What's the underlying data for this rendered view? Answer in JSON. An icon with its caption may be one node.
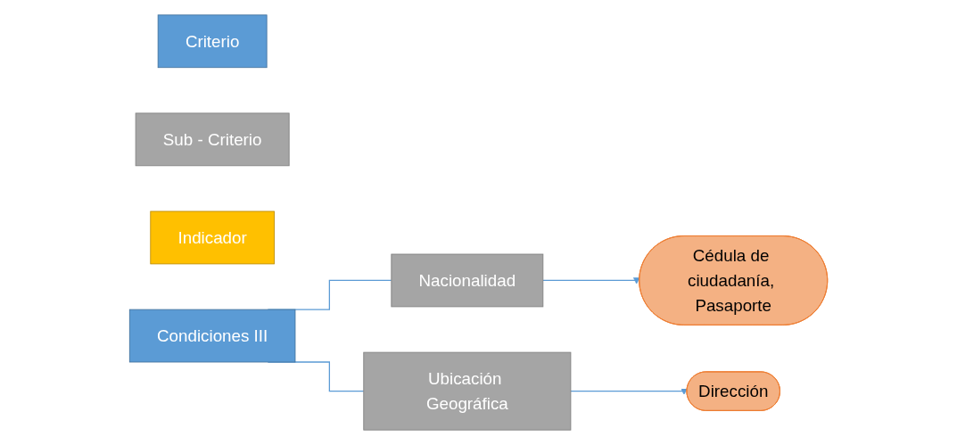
{
  "diagram": {
    "nodes": [
      {
        "text": [
          "Criterio"
        ]
      },
      {
        "text": [
          "Sub - Criterio"
        ]
      },
      {
        "text": [
          "Indicador"
        ]
      },
      {
        "text": [
          "Condiciones III"
        ]
      },
      {
        "text": [
          "Nacionalidad"
        ]
      },
      {
        "text": [
          "Ubicación Geográfica"
        ]
      },
      {
        "text": [
          "Cédula de ciudadanía, Pasaporte"
        ]
      },
      {
        "text": [
          "Dirección"
        ]
      }
    ],
    "edges": [
      {
        "from": 3,
        "to": 4,
        "arrow": "none"
      },
      {
        "from": 3,
        "to": 5,
        "arrow": "none"
      },
      {
        "from": 4,
        "to": 6,
        "arrow": "to"
      },
      {
        "from": 5,
        "to": 7,
        "arrow": "to"
      }
    ]
  }
}
